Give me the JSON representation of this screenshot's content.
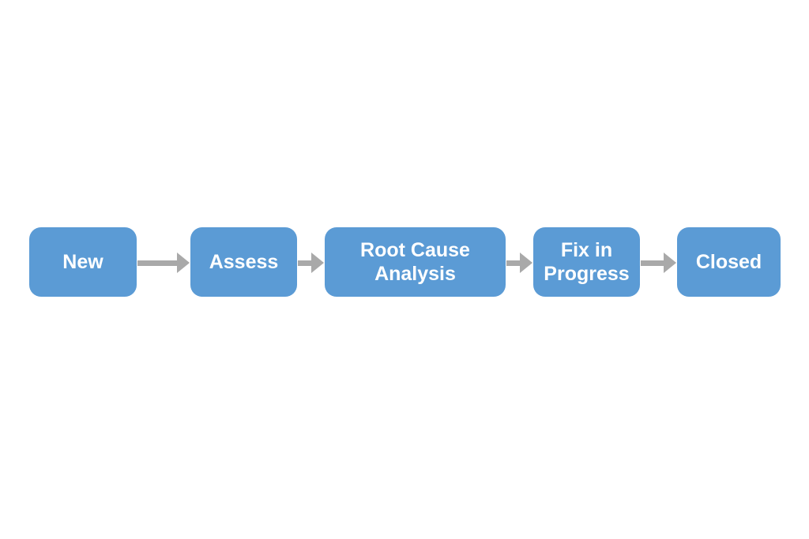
{
  "diagram": {
    "type": "flowchart",
    "direction": "left-to-right",
    "background_color": "#ffffff",
    "node_fill_color": "#5b9bd5",
    "node_text_color": "#ffffff",
    "arrow_color": "#a9a9a9",
    "nodes": [
      {
        "id": "new",
        "label": "New"
      },
      {
        "id": "assess",
        "label": "Assess"
      },
      {
        "id": "root-cause-analysis",
        "label": "Root Cause Analysis"
      },
      {
        "id": "fix-in-progress",
        "label": "Fix in Progress"
      },
      {
        "id": "closed",
        "label": "Closed"
      }
    ],
    "edges": [
      {
        "from": "new",
        "to": "assess"
      },
      {
        "from": "assess",
        "to": "root-cause-analysis"
      },
      {
        "from": "root-cause-analysis",
        "to": "fix-in-progress"
      },
      {
        "from": "fix-in-progress",
        "to": "closed"
      }
    ]
  }
}
